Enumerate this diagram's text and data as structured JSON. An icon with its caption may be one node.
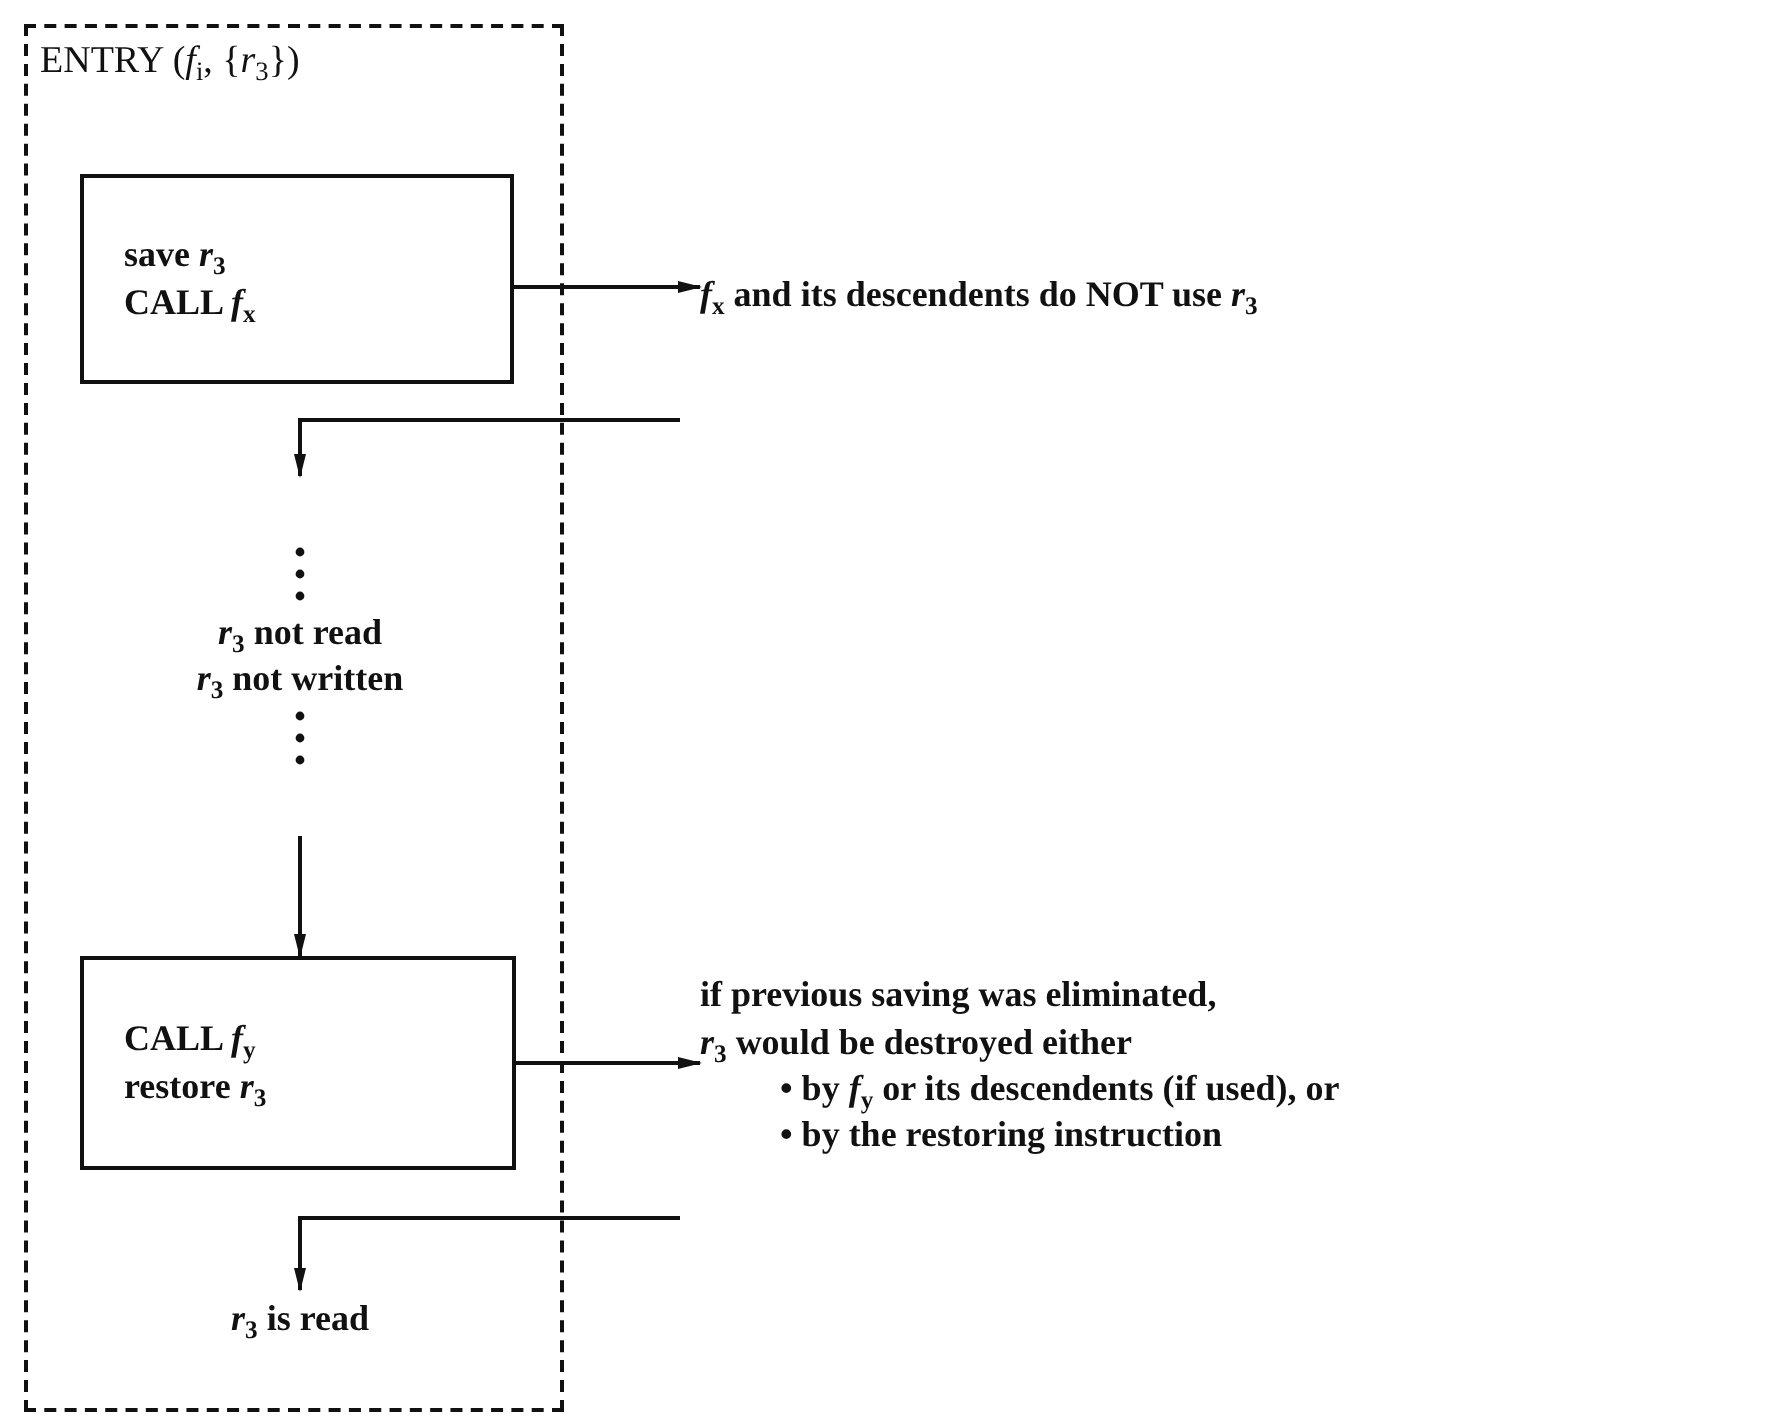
{
  "diagram": {
    "nodes": [
      {
        "text": [
          "ENTRY (*f*$_{i}$, {*r*$_{3}$})"
        ]
      },
      {
        "text": [
          "save *r*$_{3}$",
          "CALL *f*$_{x}$"
        ],
        "in": 0
      },
      {
        "text": [
          "*f*$_{x}$ and its descendents do NOT use *r*$_{3}$"
        ]
      },
      {
        "text": [
          "*r*$_{3}$ not read",
          "*r*$_{3}$ not written"
        ],
        "in": 0
      },
      {
        "text": [
          "CALL *f*$_{y}$",
          "restore *r*$_{3}$"
        ],
        "in": 0
      },
      {
        "text": [
          "if previous saving was eliminated,",
          "*r*$_{3}$ would be destroyed either",
          "• by *f*$_{y}$ or its descendents (if used), or",
          "• by the restoring instruction"
        ]
      },
      {
        "text": [
          "*r*$_{3}$ is read"
        ],
        "in": 0
      }
    ],
    "edges": [
      {
        "from": 1,
        "to": 2,
        "arrow": "to"
      },
      {
        "from": null,
        "to": 3,
        "arrow": "to"
      },
      {
        "from": 3,
        "to": 4,
        "arrow": "to"
      },
      {
        "from": 4,
        "to": 5,
        "arrow": "to"
      },
      {
        "from": null,
        "to": 6,
        "arrow": "to"
      }
    ]
  }
}
